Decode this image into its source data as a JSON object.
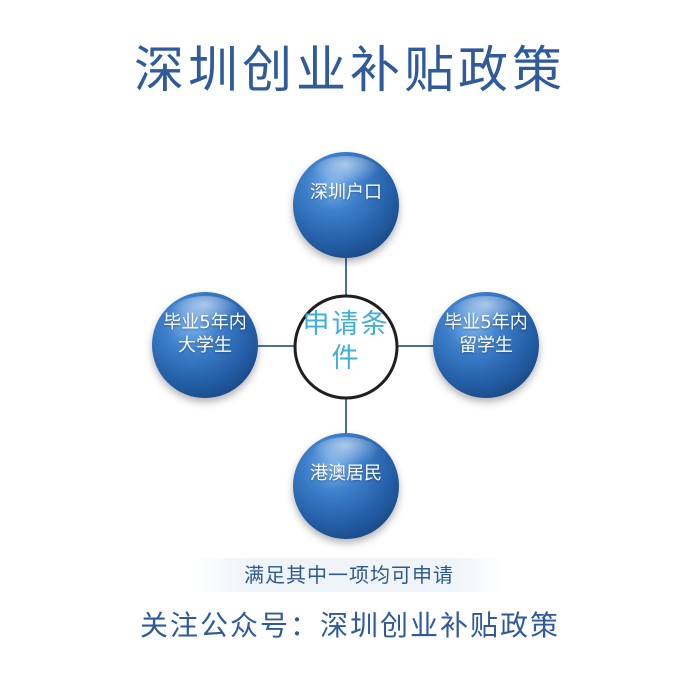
{
  "title": "深圳创业补贴政策",
  "diagram": {
    "center": {
      "label": "申请条件"
    },
    "nodes": [
      {
        "id": "top",
        "label": "深圳户口"
      },
      {
        "id": "left",
        "label": "毕业5年内大学生"
      },
      {
        "id": "right",
        "label": "毕业5年内留学生"
      },
      {
        "id": "bottom",
        "label": "港澳居民"
      }
    ]
  },
  "footer": {
    "note": "满足其中一项均可申请",
    "follow": "关注公众号：深圳创业补贴政策"
  },
  "colors": {
    "title": "#2f5a9b",
    "node_fill": "#2d6db5",
    "center_text": "#3fb0d8",
    "connector": "#4a6fa3"
  }
}
